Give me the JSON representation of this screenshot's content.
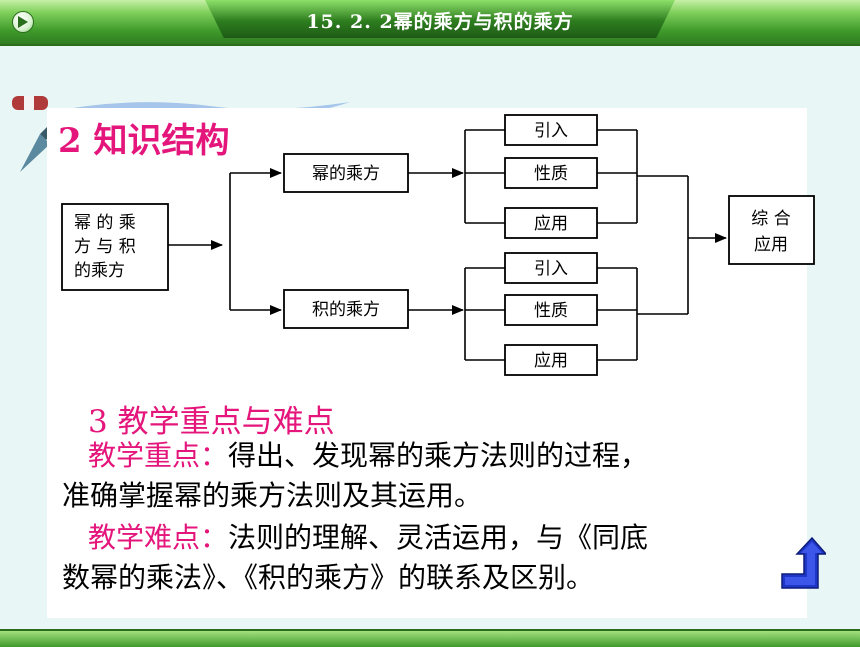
{
  "header": {
    "title": "15. 2. 2幂的乘方与积的乘方"
  },
  "section2": {
    "title": "2 知识结构"
  },
  "diagram": {
    "root": [
      "幂 的 乘",
      "方 与 积",
      "的乘方"
    ],
    "branch1": "幂的乘方",
    "branch2": "积的乘方",
    "leaf_intro": "引入",
    "leaf_property": "性质",
    "leaf_application": "应用",
    "final": [
      "综 合",
      "应用"
    ]
  },
  "section3": {
    "title": "3  教学重点与难点",
    "focus_label": "教学重点：",
    "focus_text1": "得出、发现幂的乘方法则的过程，",
    "focus_text2": "准确掌握幂的乘方法则及其运用。",
    "difficulty_label": "教学难点：",
    "difficulty_text1": "法则的理解、灵活运用，与《同底",
    "difficulty_text2": "数幂的乘法》、《积的乘方》的联系及区别。"
  },
  "icons": {
    "nav": "play-icon",
    "decoration": "pen-icon",
    "return": "up-arrow-icon"
  },
  "colors": {
    "accent": "#e4157b",
    "bar": "#3f9a2b"
  }
}
